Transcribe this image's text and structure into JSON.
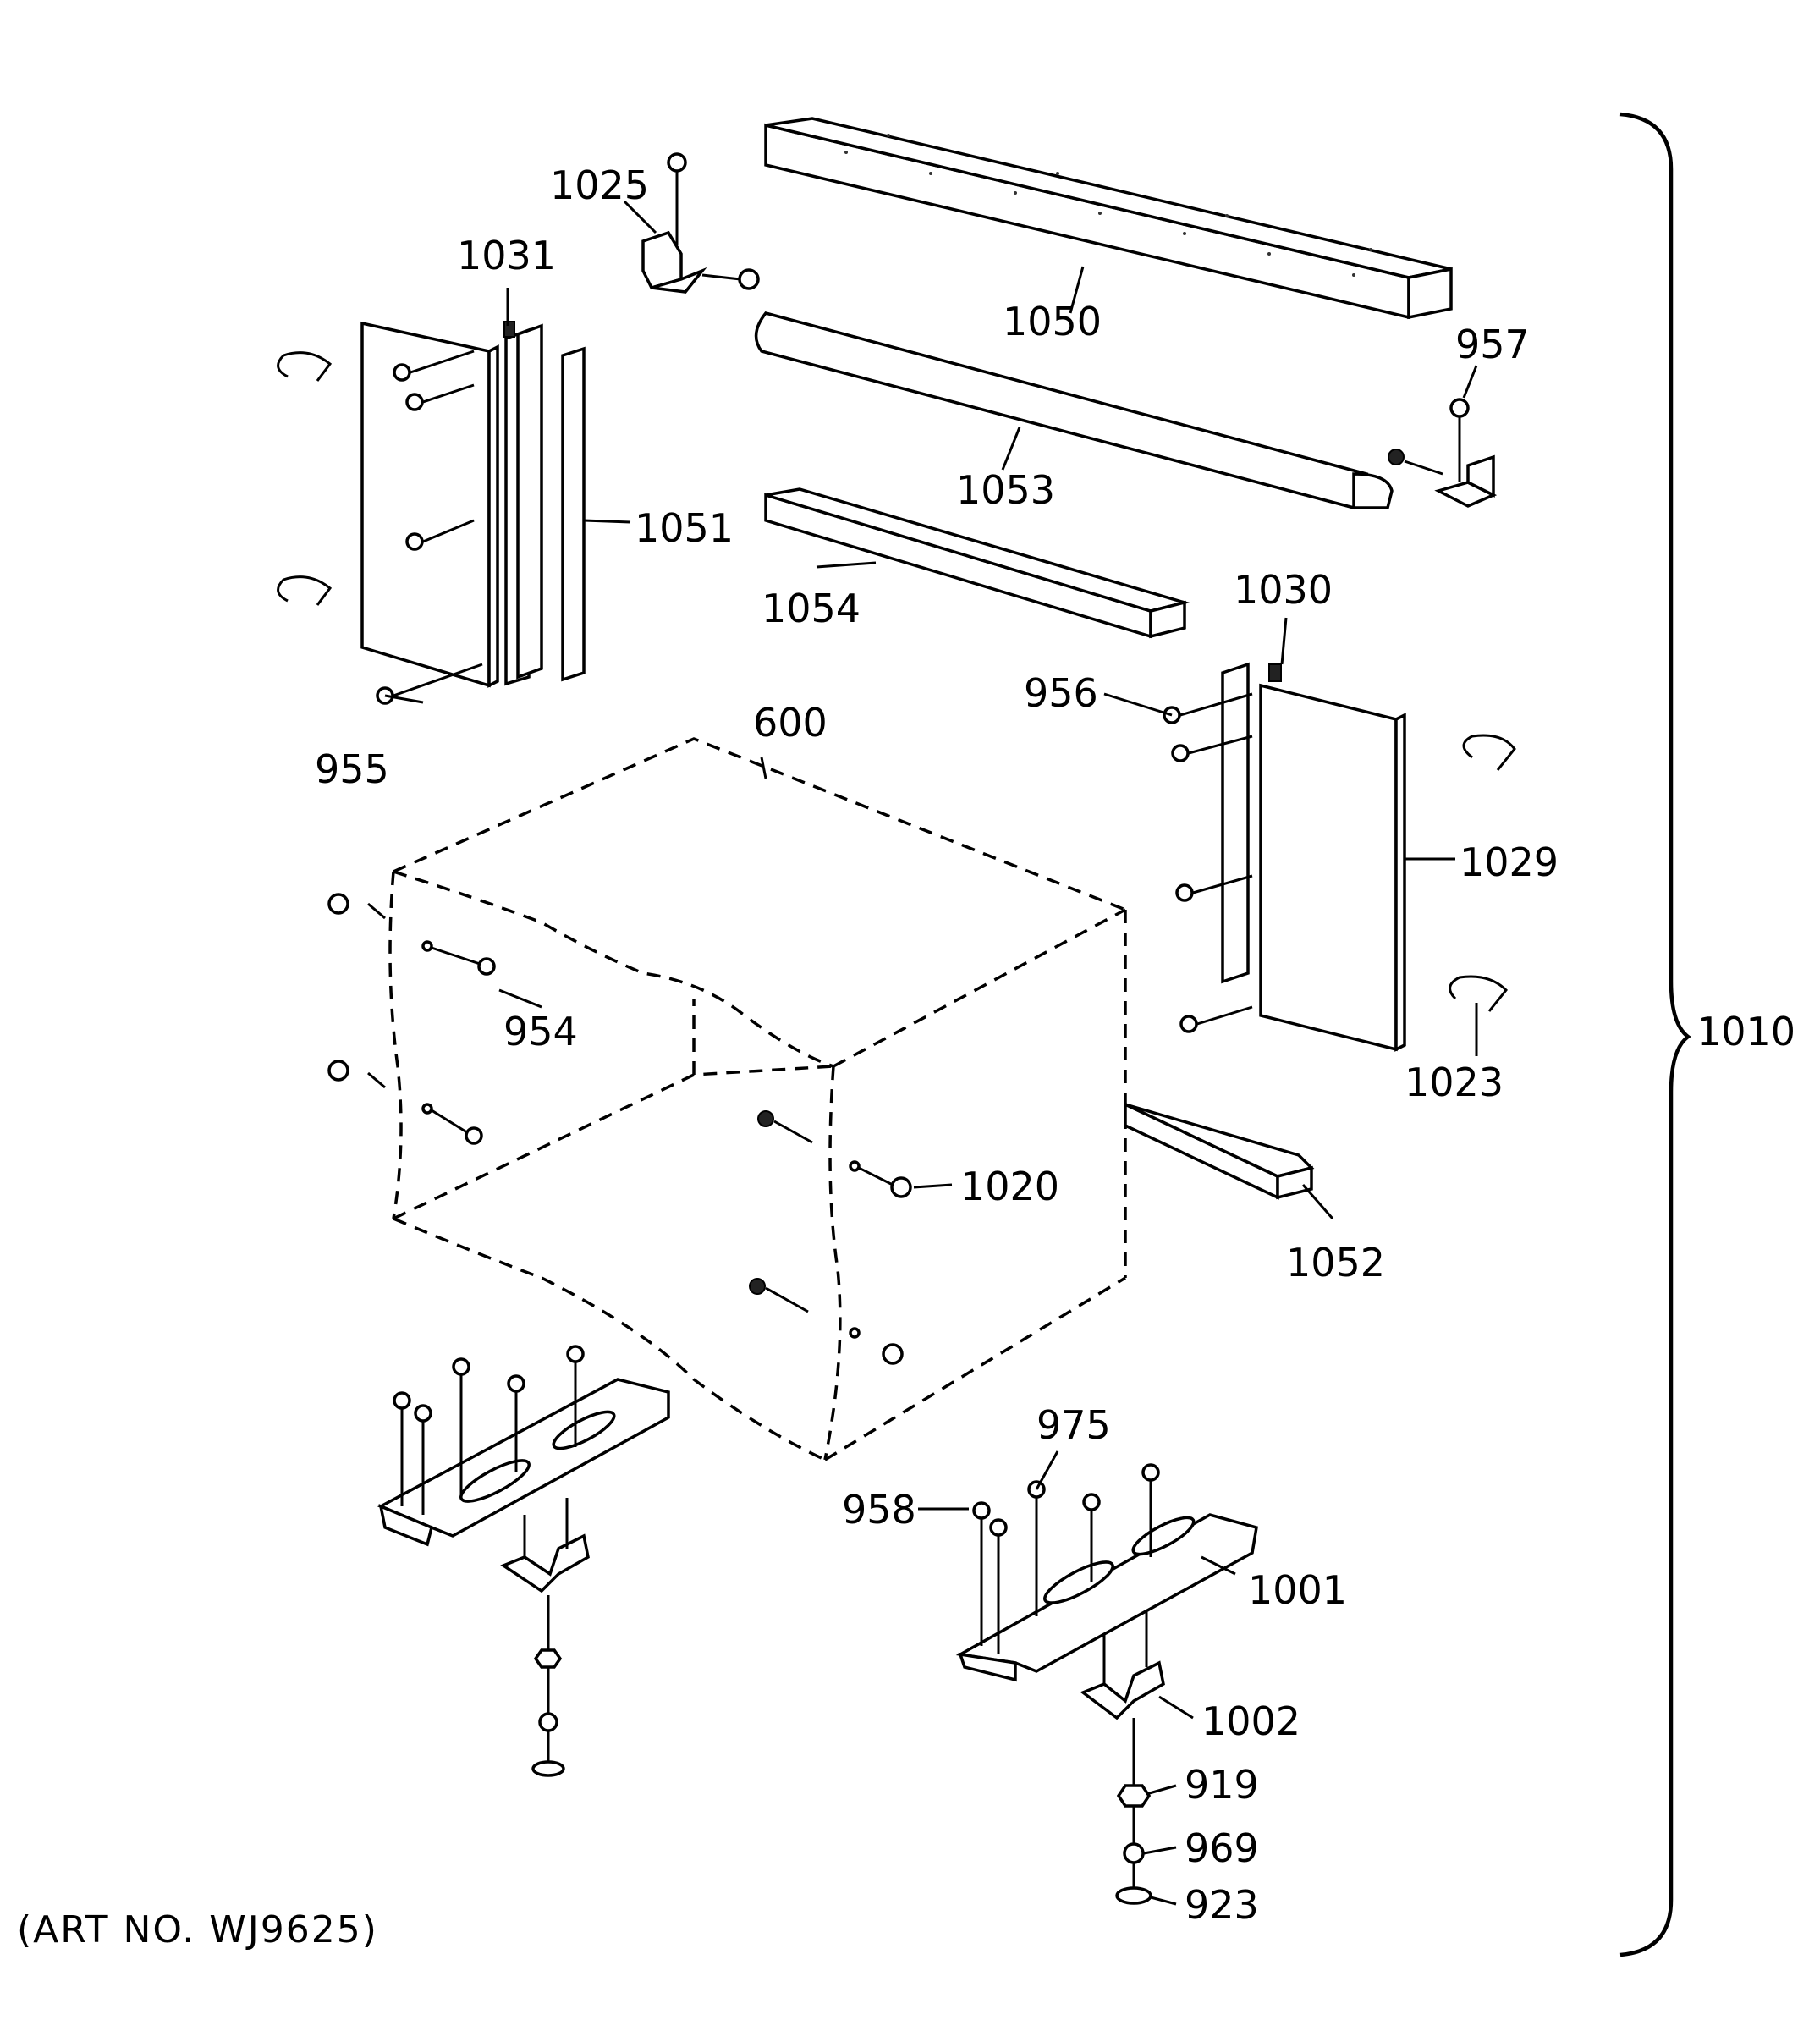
{
  "labels": {
    "l1025": "1025",
    "l1031": "1031",
    "l1050": "1050",
    "l957": "957",
    "l1053": "1053",
    "l1051": "1051",
    "l1054": "1054",
    "l1030": "1030",
    "l956": "956",
    "l955": "955",
    "l600": "600",
    "l1029": "1029",
    "l954": "954",
    "l1010": "1010",
    "l1023": "1023",
    "l1020": "1020",
    "l1052": "1052",
    "l975": "975",
    "l958": "958",
    "l1001": "1001",
    "l1002": "1002",
    "l919": "919",
    "l969": "969",
    "l923": "923"
  },
  "art_number": "(ART NO. WJ9625)"
}
